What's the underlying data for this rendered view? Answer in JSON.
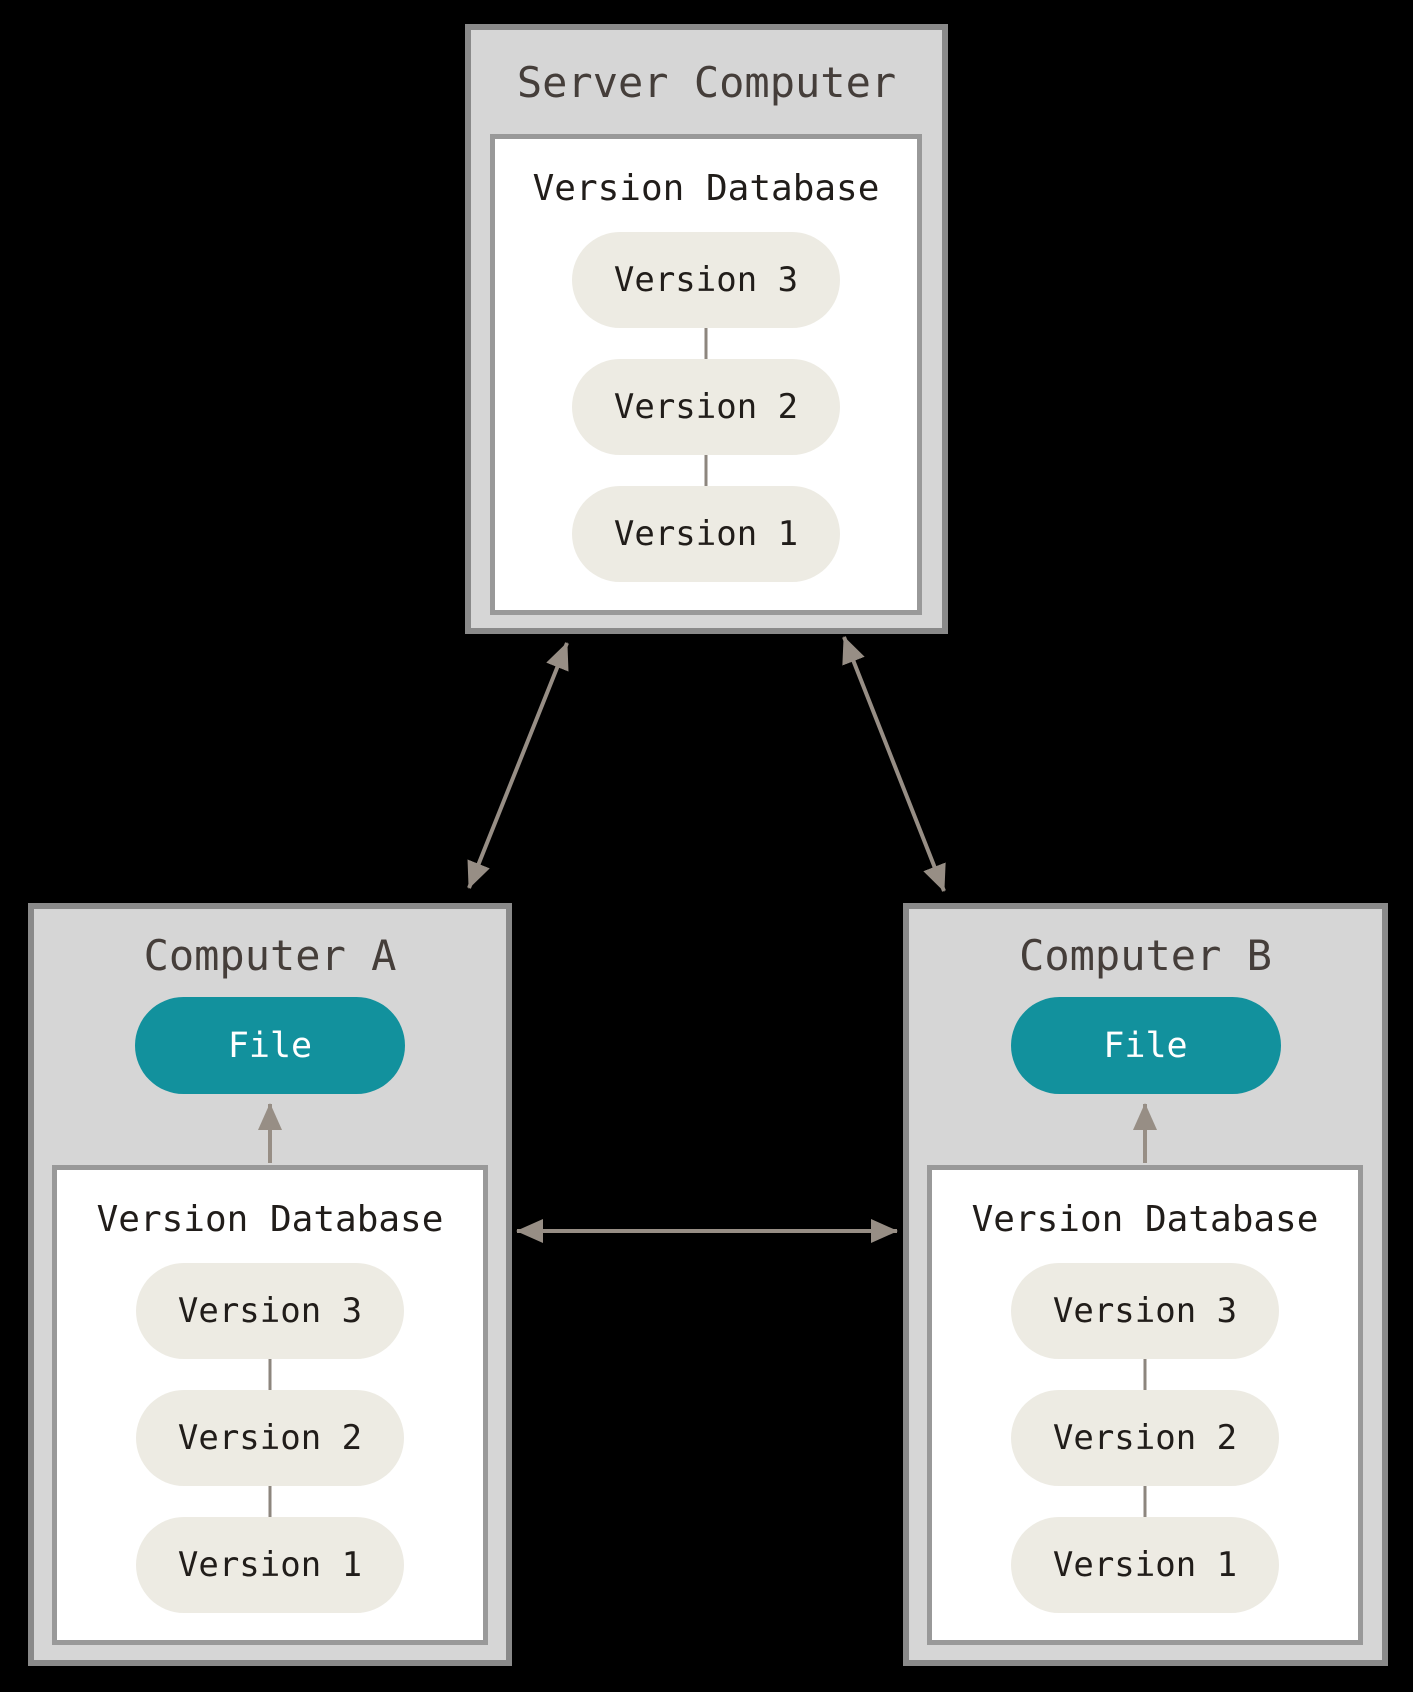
{
  "colors": {
    "background": "#000000",
    "box_fill": "#d6d6d6",
    "box_border": "#8a8a8a",
    "inner_box_fill": "#ffffff",
    "inner_box_border": "#999999",
    "version_pill_fill": "#edebe3",
    "file_pill_fill": "#12919d",
    "file_pill_text": "#ffffff",
    "title_text": "#453e3a",
    "body_text": "#211d1a",
    "arrow": "#978e85",
    "connector": "#8d867e"
  },
  "server": {
    "title": "Server Computer",
    "database": {
      "title": "Version Database",
      "versions": [
        "Version 3",
        "Version 2",
        "Version 1"
      ]
    }
  },
  "computer_a": {
    "title": "Computer A",
    "file_label": "File",
    "database": {
      "title": "Version Database",
      "versions": [
        "Version 3",
        "Version 2",
        "Version 1"
      ]
    }
  },
  "computer_b": {
    "title": "Computer B",
    "file_label": "File",
    "database": {
      "title": "Version Database",
      "versions": [
        "Version 3",
        "Version 2",
        "Version 1"
      ]
    }
  }
}
